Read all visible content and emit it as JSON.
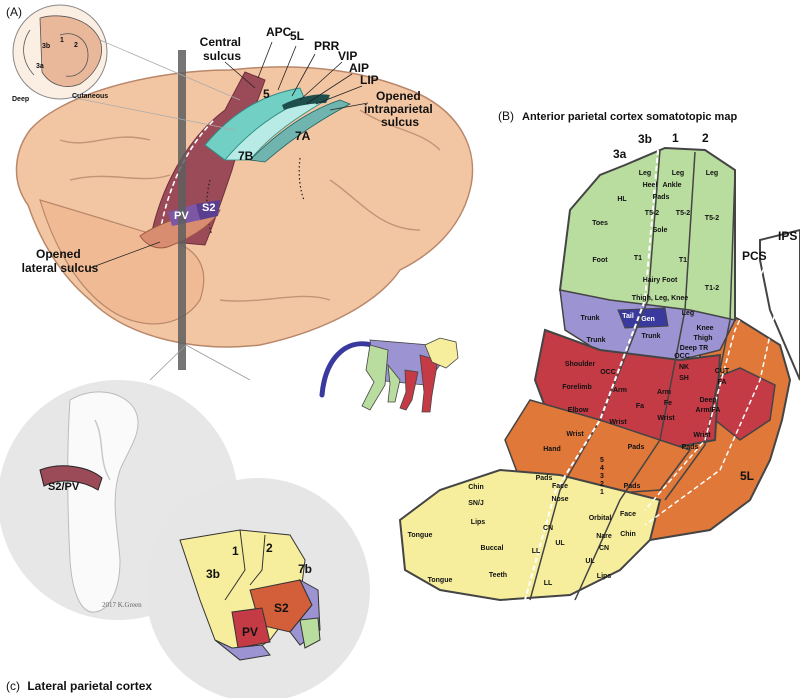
{
  "panels": {
    "a": "(A)",
    "b": "(B)",
    "c": "(c)",
    "b_title": "Anterior parietal cortex somatotopic map",
    "c_title": "Lateral parietal cortex"
  },
  "brain_labels": {
    "central_sulcus": "Central\nsulcus",
    "apc": "APC",
    "l5": "5L",
    "prr": "PRR",
    "vip": "VIP",
    "aip": "AIP",
    "lip": "LIP",
    "opened_ips": "Opened\nintraparietal\nsulcus",
    "area5": "5",
    "area7a": "7A",
    "area7b": "7B",
    "pv": "PV",
    "s2": "S2",
    "opened_ls": "Opened\nlateral sulcus"
  },
  "inset_labels": {
    "a3b": "3b",
    "a1": "1",
    "a2": "2",
    "a3a": "3a",
    "deep": "Deep",
    "cutaneous": "Cutaneous"
  },
  "coronal": {
    "s2pv": "S2/PV",
    "signature": "2017 K.Green"
  },
  "lower_zoom": {
    "a3b": "3b",
    "a1": "1",
    "a2": "2",
    "a7b": "7b",
    "s2": "S2",
    "pv": "PV"
  },
  "map": {
    "columns": {
      "c3a": "3a",
      "c3b": "3b",
      "c1": "1",
      "c2": "2"
    },
    "pcs": "PCS",
    "ips": "IPS",
    "l5": "5L",
    "regions": [
      "Leg",
      "Leg",
      "Leg",
      "Heel",
      "Ankle",
      "Pads",
      "HL",
      "T5-2",
      "T5-2",
      "T5-2",
      "Toes",
      "Sole",
      "Foot",
      "T1",
      "T1",
      "Hairy Foot",
      "T1-2",
      "Thigh, Leg, Knee",
      "Leg",
      "Trunk",
      "Tail",
      "Gen",
      "Knee",
      "Thigh",
      "Trunk",
      "Trunk",
      "Deep TR",
      "Shoulder",
      "Forelimb",
      "OCC",
      "OCC",
      "NK",
      "SH",
      "CUT",
      "FA",
      "Elbow",
      "Arm",
      "Arm",
      "Fa",
      "Fe",
      "Deep",
      "Arm/FA",
      "Wrist",
      "Wrist",
      "Wrist",
      "Wrist",
      "Hand",
      "Pads",
      "Pads",
      "5",
      "4",
      "3",
      "2",
      "1",
      "Chin",
      "SN/J",
      "Pads",
      "Pads",
      "Lips",
      "Face",
      "Nose",
      "Orbital",
      "Face",
      "CN",
      "UL",
      "Nare",
      "CN",
      "Chin",
      "Tongue",
      "Buccal",
      "LL",
      "UL",
      "Lips",
      "Teeth",
      "LL",
      "Tongue"
    ]
  },
  "colors": {
    "brain": "#f3c6a3",
    "leg_green": "#b9dc9f",
    "trunk_purple": "#9c93d2",
    "genital_blue": "#3a3a9e",
    "arm_red": "#c43b46",
    "face_yellow": "#f6ee9d",
    "area5_orange": "#e0783a",
    "apc_maroon": "#9b4a58",
    "teal": "#72cfc3"
  }
}
